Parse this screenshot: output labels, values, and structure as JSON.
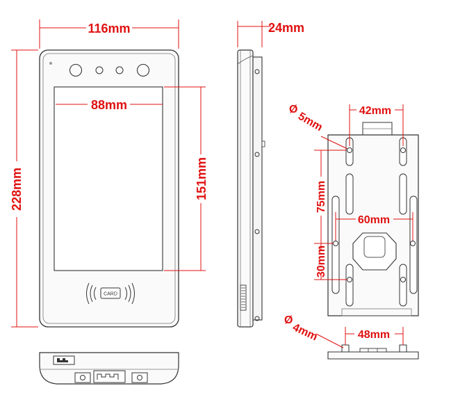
{
  "front_view": {
    "width_label": "116mm",
    "height_label": "228mm",
    "screen_width_label": "88mm",
    "screen_height_label": "151mm",
    "card_label": "CARD"
  },
  "side_view": {
    "depth_label": "24mm"
  },
  "mounting_plate": {
    "hole_diameter_label": "5mm",
    "top_spacing_label": "42mm",
    "vertical_spacing_label": "75mm",
    "mid_spacing_label": "60mm",
    "lower_spacing_label": "30mm",
    "bottom_hole_diameter_label": "4mm",
    "bottom_spacing_label": "48mm",
    "diameter_symbol": "Ø"
  },
  "colors": {
    "dimension": "#e01010",
    "outline": "#333333"
  }
}
